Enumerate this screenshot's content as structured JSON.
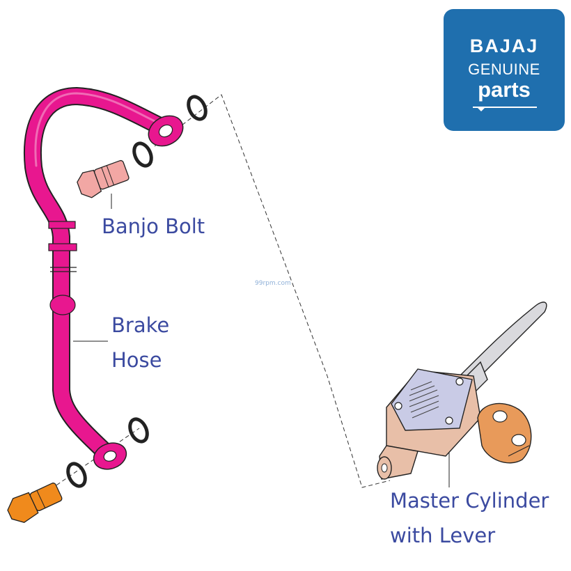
{
  "logo": {
    "brand": "BAJAJ",
    "line1": "GENUINE",
    "line2": "parts"
  },
  "watermark": "99rpm.com",
  "labels": {
    "banjo_bolt": "Banjo Bolt",
    "brake_hose_line1": "Brake",
    "brake_hose_line2": "Hose",
    "master_cylinder_line1": "Master Cylinder",
    "master_cylinder_line2": "with Lever"
  },
  "colors": {
    "hose": "#e8178f",
    "banjo_bolt": "#f2a7a4",
    "bottom_bolt": "#f08a1c",
    "master_cylinder": "#e8bfa8",
    "label_text": "#3b4aa0",
    "logo_bg": "#1f6fae"
  }
}
